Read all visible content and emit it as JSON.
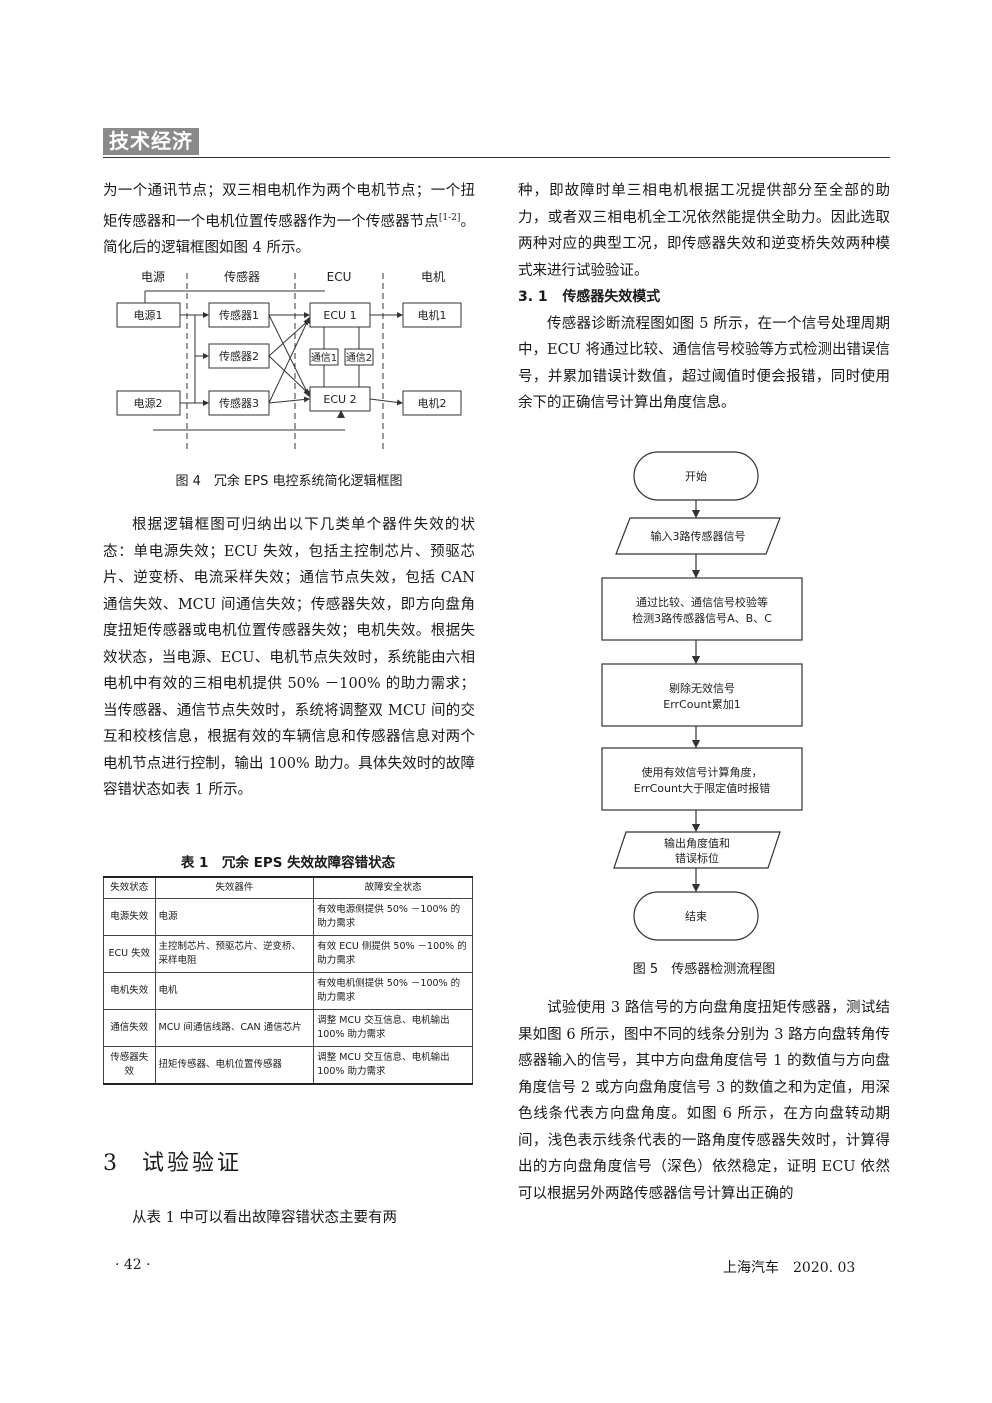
{
  "header": {
    "tag": "技术经济"
  },
  "left_col": {
    "para1": "为一个通讯节点；双三相电机作为两个电机节点；一个扭矩传感器和一个电机位置传感器作为一个传感器节点",
    "para1_cite": "[1-2]",
    "para1_tail": "。简化后的逻辑框图如图 4 所示。",
    "para2": "根据逻辑框图可归纳出以下几类单个器件失效的状态：单电源失效；ECU 失效，包括主控制芯片、预驱芯片、逆变桥、电流采样失效；通信节点失效，包括 CAN 通信失效、MCU 间通信失效；传感器失效，即方向盘角度扭矩传感器或电机位置传感器失效；电机失效。根据失效状态，当电源、ECU、电机节点失效时，系统能由六相电机中有效的三相电机提供 50% －100% 的助力需求；当传感器、通信节点失效时，系统将调整双 MCU 间的交互和校核信息，根据有效的车辆信息和传感器信息对两个电机节点进行控制，输出 100% 助力。具体失效时的故障容错状态如表 1 所示。",
    "para3": "从表 1 中可以看出故障容错状态主要有两"
  },
  "figure4": {
    "caption": "图 4　冗余 EPS 电控系统简化逻辑框图",
    "col_labels": [
      "电源",
      "传感器",
      "ECU",
      "电机"
    ],
    "power": [
      "电源1",
      "电源2"
    ],
    "sensors": [
      "传感器1",
      "传感器2",
      "传感器3"
    ],
    "ecus": [
      "ECU 1",
      "ECU 2"
    ],
    "comms": [
      "通信1",
      "通信2"
    ],
    "motors": [
      "电机1",
      "电机2"
    ]
  },
  "table1": {
    "title": "表 1　冗余 EPS 失效故障容错状态",
    "headers": [
      "失效状态",
      "失效器件",
      "故障安全状态"
    ],
    "rows": [
      [
        "电源失效",
        "电源",
        "有效电源侧提供 50% －100% 的助力需求"
      ],
      [
        "ECU 失效",
        "主控制芯片、预驱芯片、逆变桥、采样电阻",
        "有效 ECU 侧提供 50% －100% 的助力需求"
      ],
      [
        "电机失效",
        "电机",
        "有效电机侧提供 50% －100% 的助力需求"
      ],
      [
        "通信失效",
        "MCU 间通信线路、CAN 通信芯片",
        "调整 MCU 交互信息、电机输出 100% 助力需求"
      ],
      [
        "传感器失效",
        "扭矩传感器、电机位置传感器",
        "调整 MCU 交互信息、电机输出 100% 助力需求"
      ]
    ]
  },
  "section3": {
    "number": "3",
    "title": "试验验证"
  },
  "right_col": {
    "para1": "种，即故障时单三相电机根据工况提供部分至全部的助力，或者双三相电机全工况依然能提供全助力。因此选取两种对应的典型工况，即传感器失效和逆变桥失效两种模式来进行试验验证。",
    "sub_number": "3. 1",
    "sub_title": "传感器失效模式",
    "para2": "传感器诊断流程图如图 5 所示，在一个信号处理周期中，ECU 将通过比较、通信信号校验等方式检测出错误信号，并累加错误计数值，超过阈值时便会报错，同时使用余下的正确信号计算出角度信息。",
    "para3": "试验使用 3 路信号的方向盘角度扭矩传感器，测试结果如图 6 所示，图中不同的线条分别为 3 路方向盘转角传感器输入的信号，其中方向盘角度信号 1 的数值与方向盘角度信号 2 或方向盘角度信号 3 的数值之和为定值，用深色线条代表方向盘角度。如图 6 所示，在方向盘转动期间，浅色表示线条代表的一路角度传感器失效时，计算得出的方向盘角度信号（深色）依然稳定，证明 ECU 依然可以根据另外两路传感器信号计算出正确的"
  },
  "figure5": {
    "caption": "图 5　传感器检测流程图",
    "start": "开始",
    "input": "输入3路传感器信号",
    "step1_l1": "通过比较、通信信号校验等",
    "step1_l2": "检测3路传感器信号A、B、C",
    "step2_l1": "剔除无效信号",
    "step2_l2": "ErrCount累加1",
    "step3_l1": "使用有效信号计算角度，",
    "step3_l2": "ErrCount大于限定值时报错",
    "output_l1": "输出角度值和",
    "output_l2": "错误标位",
    "end": "结束"
  },
  "footer": {
    "page": "· 42 ·",
    "journal": "上海汽车　2020. 03"
  }
}
